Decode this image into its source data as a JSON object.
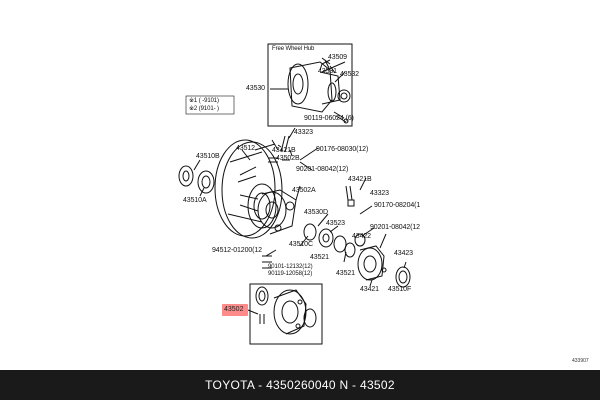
{
  "free_wheel_hub": {
    "title": "Free Wheel Hub",
    "labels": {
      "p43530": "43530",
      "p43509": "43509",
      "p43531": "43531",
      "p43532": "43532",
      "p90119": "90119-06024 (6)"
    }
  },
  "legend": {
    "row1": "※1 (    -9101)",
    "row2": "※2 (9101-    )"
  },
  "labels": {
    "p43512": "43512",
    "p43510B": "43510B",
    "p43510A": "43510A",
    "p43323a": "43323",
    "p43421B": "43421B",
    "p43502B": "43502B",
    "p90176": "90176-08030(12)",
    "p90201a": "90201-08042(12)",
    "p43421Ba": "43421B",
    "p43323b": "43323",
    "p43502A": "43502A",
    "p90170": "90170-08204(1",
    "p43530D": "43530D",
    "p43523": "43523",
    "p90201b": "90201-08042(12",
    "p43422": "43422",
    "p43510C": "43510C",
    "p94512": "94512-01200(12",
    "p43521a": "43521",
    "p43423": "43423",
    "p90101": "90101-12132(12)",
    "p90119b": "90119-12058(12)",
    "p43521b": "43521",
    "p43421": "43421",
    "p43510F": "43510F",
    "p43502": "43502"
  },
  "fig_ref": "433907",
  "footer": {
    "text": "TOYOTA - 4350260040    N - 43502"
  }
}
